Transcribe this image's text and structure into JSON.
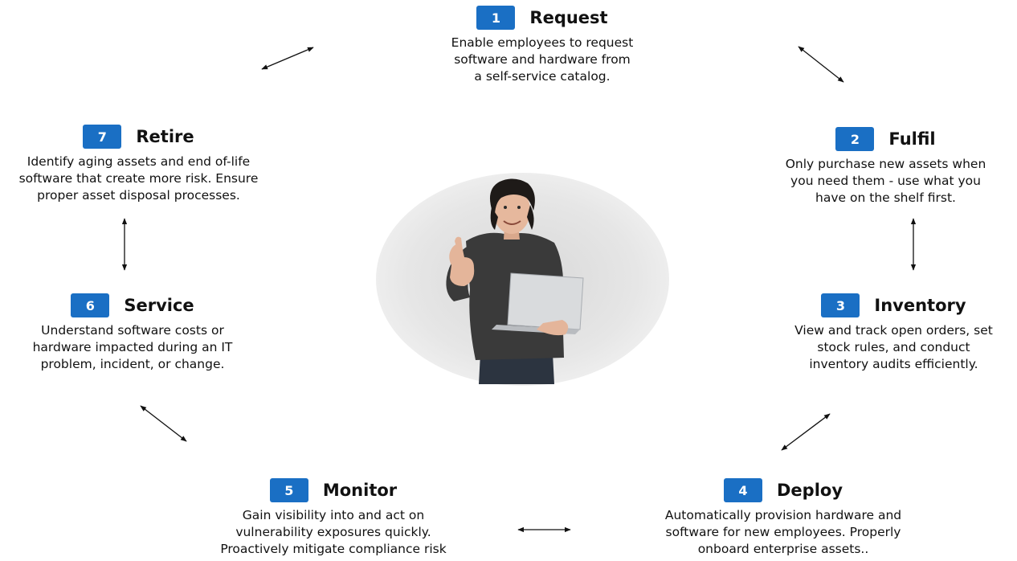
{
  "steps": [
    {
      "num": "1",
      "title": "Request",
      "desc": [
        "Enable employees to request",
        "software and hardware from",
        "a self-service catalog."
      ]
    },
    {
      "num": "2",
      "title": "Fulfil",
      "desc": [
        "Only purchase new assets when",
        "you need them - use what you",
        "have on the shelf first."
      ]
    },
    {
      "num": "3",
      "title": "Inventory",
      "desc": [
        "View and track open orders, set",
        "stock rules, and conduct",
        "inventory audits efficiently."
      ]
    },
    {
      "num": "4",
      "title": "Deploy",
      "desc": [
        "Automatically provision hardware and",
        "software for new employees. Properly",
        "onboard enterprise assets.."
      ]
    },
    {
      "num": "5",
      "title": "Monitor",
      "desc": [
        "Gain visibility into and act on",
        "vulnerability exposures quickly.",
        "Proactively mitigate compliance risk"
      ]
    },
    {
      "num": "6",
      "title": "Service",
      "desc": [
        "Understand software costs or",
        "hardware impacted during an IT",
        "problem, incident, or change."
      ]
    },
    {
      "num": "7",
      "title": "Retire",
      "desc": [
        "Identify aging assets and end of-life",
        "software that create more risk. Ensure",
        "proper asset disposal processes."
      ]
    }
  ],
  "colors": {
    "badge": "#1a6fc4",
    "arrow": "#111111"
  }
}
